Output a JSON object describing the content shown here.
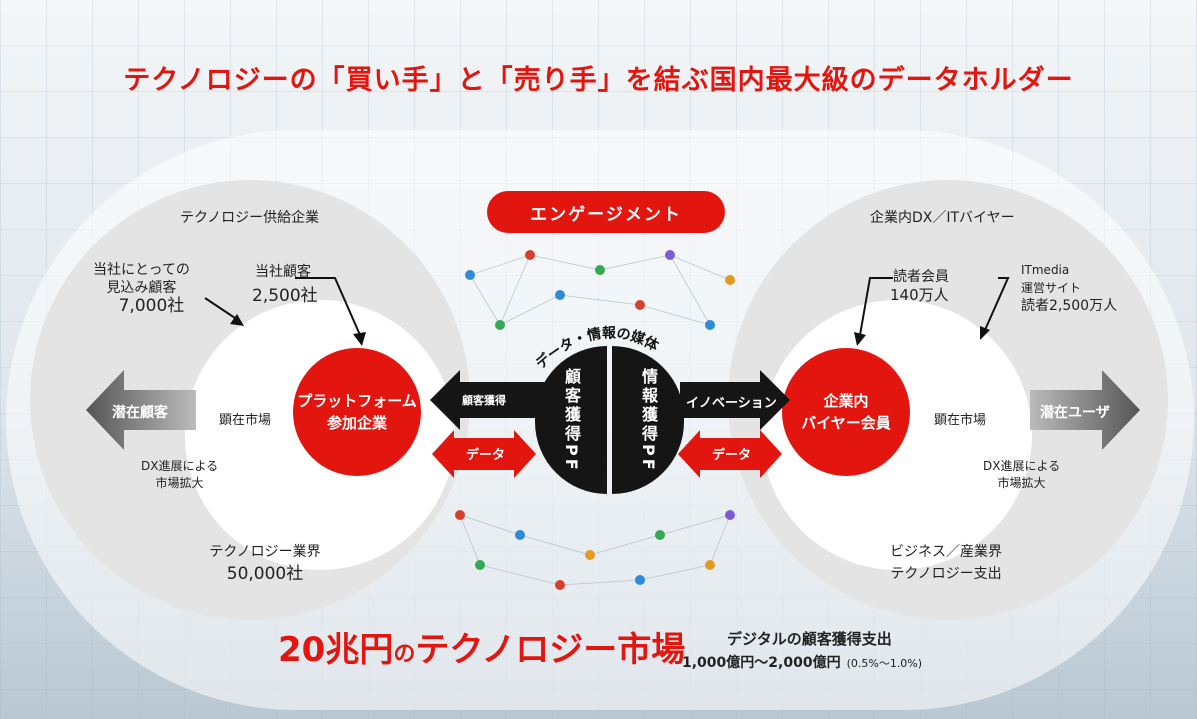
{
  "headline": "テクノロジーの「買い手」と「売り手」を結ぶ国内最大級のデータホルダー",
  "center": {
    "engagement": "エンゲージメント",
    "media": "データ・情報の媒体",
    "customer_pf": "顧客獲得PF",
    "info_pf": "情報獲得PF",
    "arrow_left": "顧客獲得",
    "arrow_right": "イノベーション",
    "data_left": "データ",
    "data_right": "データ"
  },
  "left": {
    "title": "テクノロジー供給企業",
    "prospects_line1": "当社にとっての",
    "prospects_line2": "見込み顧客",
    "prospects_value": "7,000社",
    "customers_label": "当社顧客",
    "customers_value": "2,500社",
    "red_circle_line1": "プラットフォーム",
    "red_circle_line2": "参加企業",
    "manifest_market": "顕在市場",
    "latent": "潜在顧客",
    "dx_line1": "DX進展による",
    "dx_line2": "市場拡大",
    "industry_label": "テクノロジー業界",
    "industry_value": "50,000社"
  },
  "right": {
    "title": "企業内DX／ITバイヤー",
    "readers_label": "読者会員",
    "readers_value": "140万人",
    "itmedia_line1": "ITmedia",
    "itmedia_line2": "運営サイト",
    "itmedia_line3": "読者2,500万人",
    "red_circle_line1": "企業内",
    "red_circle_line2": "バイヤー会員",
    "manifest_market": "顕在市場",
    "latent": "潜在ユーザ",
    "dx_line1": "DX進展による",
    "dx_line2": "市場拡大",
    "business_line1": "ビジネス／産業界",
    "business_line2": "テクノロジー支出"
  },
  "bottom": {
    "market_prefix": "20兆円",
    "market_joiner": "の",
    "market_suffix": "テクノロジー市場",
    "spend_title": "デジタルの顧客獲得支出",
    "spend_value": "1,000億円～2,000億円",
    "spend_pct": "(0.5%～1.0%)"
  },
  "colors": {
    "accent": "#e3160f",
    "dark": "#151515",
    "gray": "#e4e4e4"
  }
}
